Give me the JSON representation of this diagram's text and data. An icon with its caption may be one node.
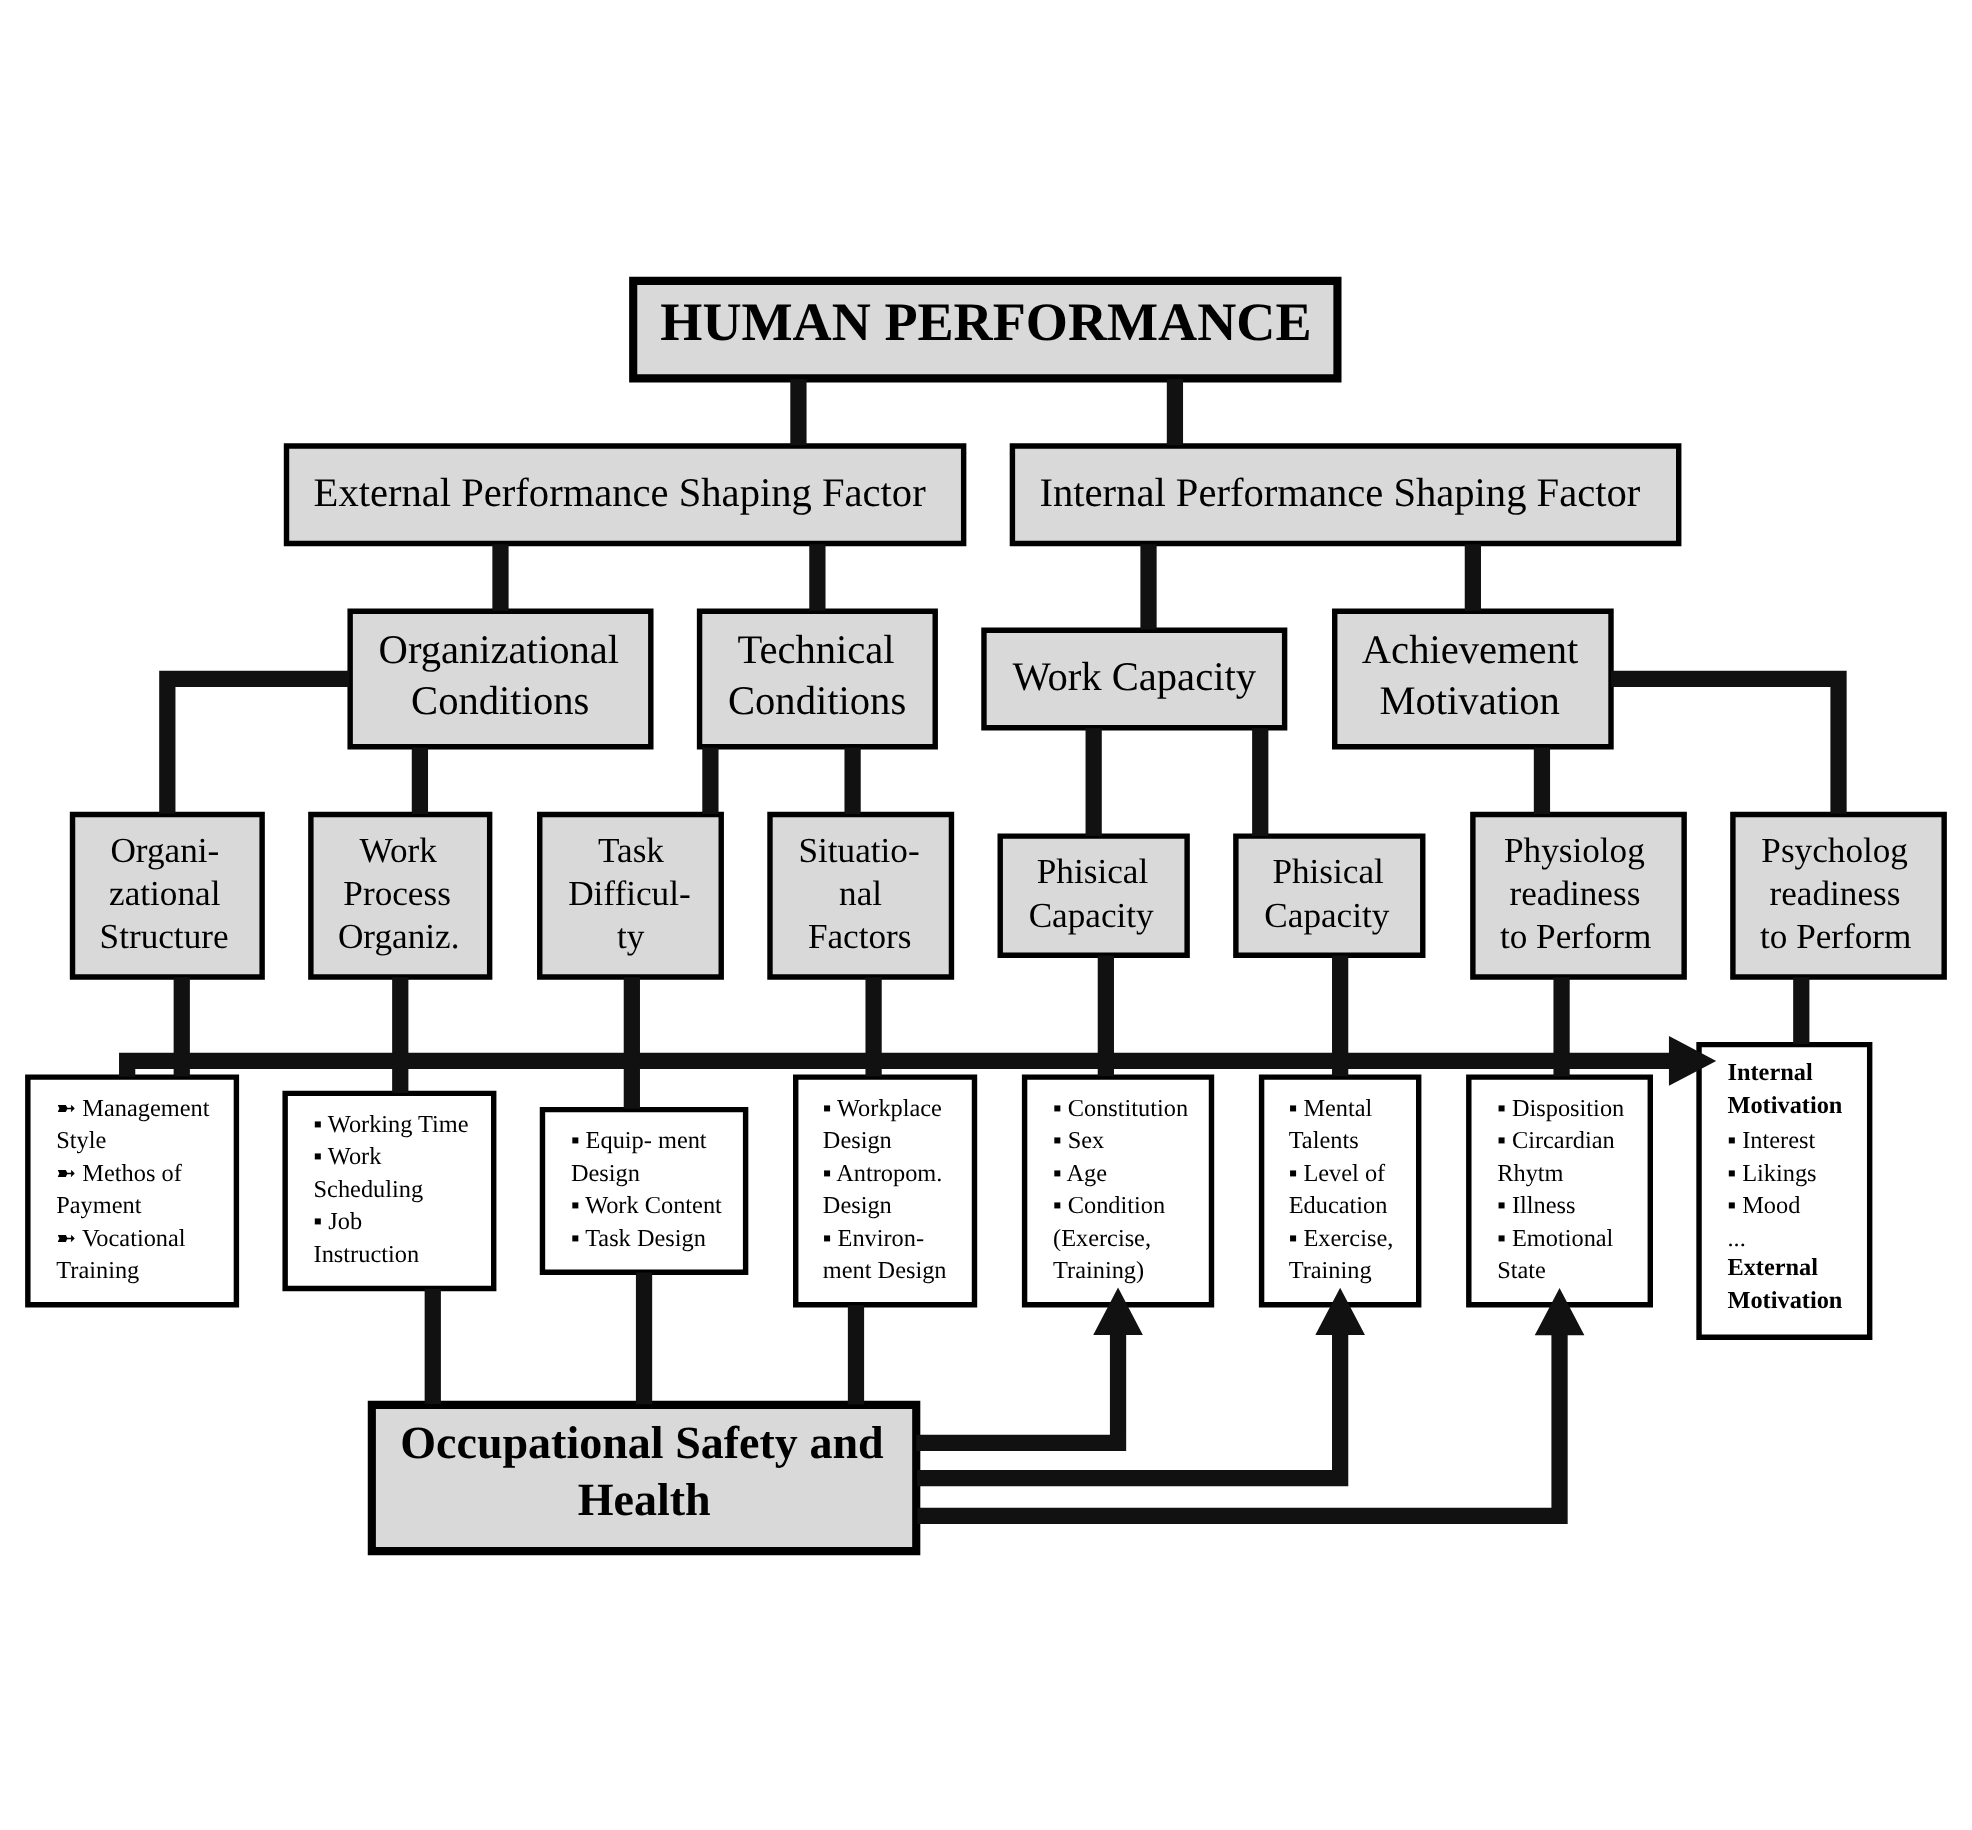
{
  "diagram": {
    "nodes": [
      {
        "text": [
          "HUMAN PERFORMANCE"
        ]
      },
      {
        "text": [
          "External Performance Shaping Factor"
        ]
      },
      {
        "text": [
          "Internal Performance Shaping Factor"
        ]
      },
      {
        "text": [
          "Organizational Conditions"
        ]
      },
      {
        "text": [
          "Technical Conditions"
        ]
      },
      {
        "text": [
          "Work Capacity"
        ]
      },
      {
        "text": [
          "Achievement Motivation"
        ]
      },
      {
        "text": [
          "Organi- zational Structure"
        ]
      },
      {
        "text": [
          "Work Process Organiz."
        ]
      },
      {
        "text": [
          "Task Difficul- ty"
        ]
      },
      {
        "text": [
          "Situatio- nal Factors"
        ]
      },
      {
        "text": [
          "Phisical Capacity"
        ]
      },
      {
        "text": [
          "Phisical Capacity"
        ]
      },
      {
        "text": [
          "Physiolog readiness to Perform"
        ]
      },
      {
        "text": [
          "Psycholog readiness to Perform"
        ]
      },
      {
        "text": [
          "➼ Management Style",
          "➼ Methos of Payment",
          "➼ Vocational Training"
        ]
      },
      {
        "text": [
          "▪ Working Time",
          "▪ Work Scheduling",
          "▪ Job Instruction"
        ]
      },
      {
        "text": [
          "▪ Equip- ment Design",
          "▪ Work Content",
          "▪ Task Design"
        ]
      },
      {
        "text": [
          "▪ Workplace Design",
          "▪ Antropom. Design",
          "▪ Environ- ment Design"
        ]
      },
      {
        "text": [
          "▪ Constitution",
          "▪ Sex",
          "▪ Age",
          "▪ Condition (Exercise, Training)"
        ]
      },
      {
        "text": [
          "▪ Mental Talents",
          "▪ Level of Education",
          "▪ Exercise, Training"
        ]
      },
      {
        "text": [
          "▪ Disposition",
          "▪ Circardian Rhytm",
          "▪ Illness",
          "▪ Emotional State"
        ]
      },
      {
        "text": [
          "Internal Motivation",
          "▪ Interest",
          "▪ Likings",
          "▪ Mood",
          "...",
          "External Motivation"
        ]
      },
      {
        "text": [
          "Occupational Safety and Health"
        ]
      }
    ],
    "edges": [
      {
        "from": 0,
        "to": 1,
        "arrow": "none"
      },
      {
        "from": 0,
        "to": 2,
        "arrow": "none"
      },
      {
        "from": 1,
        "to": 3,
        "arrow": "none"
      },
      {
        "from": 1,
        "to": 4,
        "arrow": "none"
      },
      {
        "from": 2,
        "to": 5,
        "arrow": "none"
      },
      {
        "from": 2,
        "to": 6,
        "arrow": "none"
      },
      {
        "from": 3,
        "to": 7,
        "arrow": "none"
      },
      {
        "from": 3,
        "to": 8,
        "arrow": "none"
      },
      {
        "from": 4,
        "to": 9,
        "arrow": "none"
      },
      {
        "from": 4,
        "to": 10,
        "arrow": "none"
      },
      {
        "from": 5,
        "to": 11,
        "arrow": "none"
      },
      {
        "from": 5,
        "to": 12,
        "arrow": "none"
      },
      {
        "from": 6,
        "to": 13,
        "arrow": "none"
      },
      {
        "from": 6,
        "to": 14,
        "arrow": "none"
      },
      {
        "from": 7,
        "to": 15,
        "arrow": "none"
      },
      {
        "from": 8,
        "to": 16,
        "arrow": "none"
      },
      {
        "from": 9,
        "to": 17,
        "arrow": "none"
      },
      {
        "from": 10,
        "to": 18,
        "arrow": "none"
      },
      {
        "from": 11,
        "to": 19,
        "arrow": "none"
      },
      {
        "from": 12,
        "to": 20,
        "arrow": "none"
      },
      {
        "from": 13,
        "to": 21,
        "arrow": "none"
      },
      {
        "from": 14,
        "to": 22,
        "arrow": "none"
      },
      {
        "from": 16,
        "to": 23,
        "arrow": "none"
      },
      {
        "from": 17,
        "to": 23,
        "arrow": "none"
      },
      {
        "from": 18,
        "to": 23,
        "arrow": "none"
      },
      {
        "from": 23,
        "to": 19,
        "arrow": "to"
      },
      {
        "from": 23,
        "to": 20,
        "arrow": "to"
      },
      {
        "from": 23,
        "to": 21,
        "arrow": "to"
      },
      {
        "from": 15,
        "to": 22,
        "arrow": "to"
      }
    ]
  }
}
